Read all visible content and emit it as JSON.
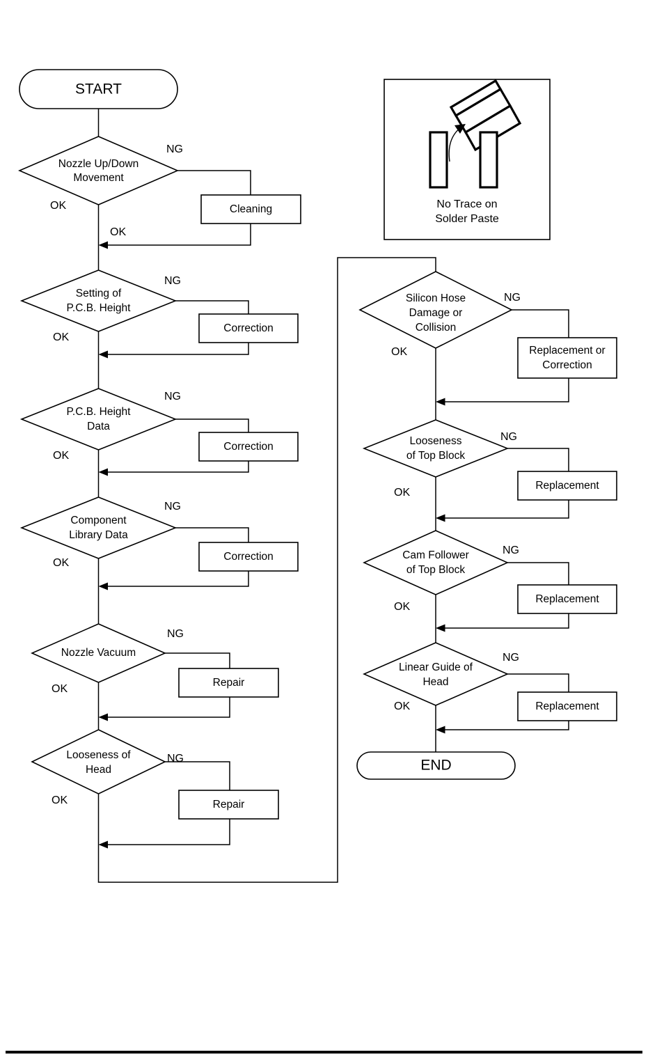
{
  "diagram": {
    "title_terminals": {
      "start": "START",
      "end": "END"
    },
    "edge_labels": {
      "ng": "NG",
      "ok": "OK"
    },
    "left_column": {
      "decisions": [
        {
          "id": "nozzle-up-down-movement",
          "lines": [
            "Nozzle Up/Down",
            "Movement"
          ],
          "ng": "NG",
          "ok": "OK",
          "action": "Cleaning"
        },
        {
          "id": "setting-of-pcb-height",
          "lines": [
            "Setting of",
            "P.C.B. Height"
          ],
          "ng": "NG",
          "ok": "OK",
          "action": "Correction"
        },
        {
          "id": "pcb-height-data",
          "lines": [
            "P.C.B. Height",
            "Data"
          ],
          "ng": "NG",
          "ok": "OK",
          "action": "Correction"
        },
        {
          "id": "component-library-data",
          "lines": [
            "Component",
            "Library Data"
          ],
          "ng": "NG",
          "ok": "OK",
          "action": "Correction"
        },
        {
          "id": "nozzle-vacuum",
          "lines": [
            "Nozzle Vacuum"
          ],
          "ng": "NG",
          "ok": "OK",
          "action": "Repair"
        },
        {
          "id": "looseness-of-head",
          "lines": [
            "Looseness of",
            "Head"
          ],
          "ng": "NG",
          "ok": "OK",
          "action": "Repair"
        }
      ]
    },
    "right_column": {
      "decisions": [
        {
          "id": "silicon-hose-damage-or-collision",
          "lines": [
            "Silicon Hose",
            "Damage or",
            "Collision"
          ],
          "ng": "NG",
          "ok": "OK",
          "action_lines": [
            "Replacement or",
            "Correction"
          ]
        },
        {
          "id": "looseness-of-top-block",
          "lines": [
            "Looseness",
            "of Top Block"
          ],
          "ng": "NG",
          "ok": "OK",
          "action_lines": [
            "Replacement"
          ]
        },
        {
          "id": "cam-follower-of-top-block",
          "lines": [
            "Cam Follower",
            "of Top Block"
          ],
          "ng": "NG",
          "ok": "OK",
          "action_lines": [
            "Replacement"
          ]
        },
        {
          "id": "linear-guide-of-head",
          "lines": [
            "Linear Guide of",
            "Head"
          ],
          "ng": "NG",
          "ok": "OK",
          "action_lines": [
            "Replacement"
          ]
        }
      ]
    },
    "illustration": {
      "id": "no-trace-on-solder-paste",
      "caption_lines": [
        "No Trace on",
        "Solder Paste"
      ]
    },
    "colors": {
      "stroke": "#000000",
      "fill": "#ffffff",
      "background": "#ffffff"
    }
  }
}
